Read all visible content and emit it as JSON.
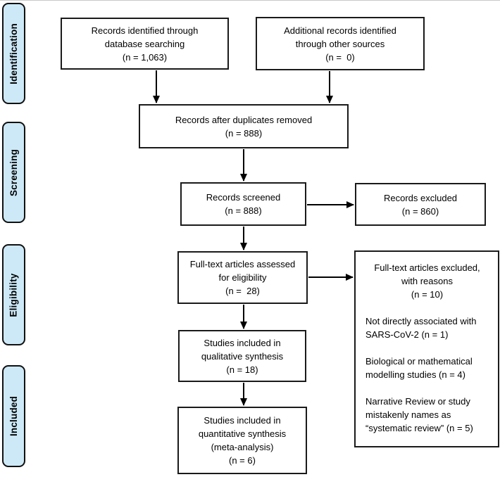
{
  "diagram": {
    "kind": "PRISMA flow diagram"
  },
  "colors": {
    "page_bg": "#ffffff",
    "stage_fill": "#cde9f7",
    "stage_border": "#111111",
    "box_fill": "#ffffff",
    "box_border": "#1a1a1a",
    "arrow": "#000000"
  },
  "stages": [
    {
      "label": "Identification"
    },
    {
      "label": "Screening"
    },
    {
      "label": "Eligibility"
    },
    {
      "label": "Included"
    }
  ],
  "boxes": {
    "records_identified": {
      "text": "Records identified through\ndatabase searching\n(n = 1,063)"
    },
    "additional_records": {
      "text": "Additional records identified\nthrough other sources\n(n =  0)"
    },
    "after_duplicates": {
      "text": "Records after duplicates removed\n(n = 888)"
    },
    "records_screened": {
      "text": "Records screened\n(n = 888)"
    },
    "records_excluded": {
      "text": "Records excluded\n(n = 860)"
    },
    "fulltext_assessed": {
      "text": "Full-text articles assessed\nfor eligibility\n(n =  28)"
    },
    "fulltext_excluded": {
      "header": "Full-text articles excluded,\nwith reasons\n(n = 10)",
      "reasons": [
        {
          "text": "Not directly associated with\nSARS-CoV-2 (n = 1)"
        },
        {
          "text": "Biological or mathematical\nmodelling studies (n = 4)"
        },
        {
          "text": "Narrative Review or study\nmistakenly names as\n“systematic review” (n = 5)"
        }
      ]
    },
    "qualitative": {
      "text": "Studies included in\nqualitative synthesis\n(n = 18)"
    },
    "quantitative": {
      "text": "Studies included in\nquantitative synthesis\n(meta-analysis)\n(n = 6)"
    }
  }
}
